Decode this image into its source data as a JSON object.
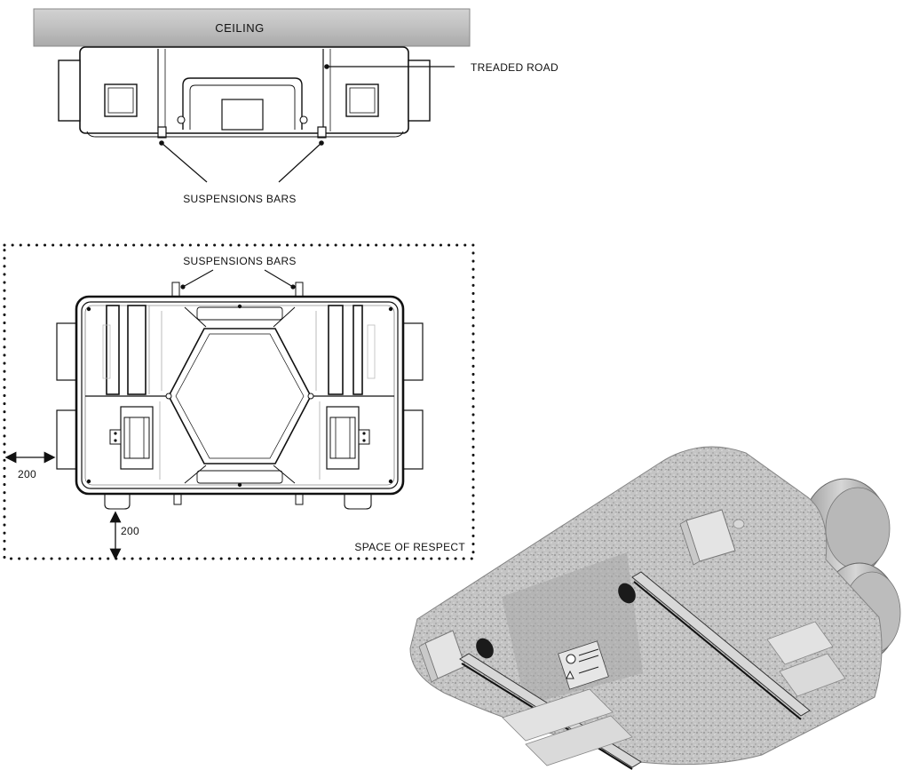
{
  "labels": {
    "ceiling": "CEILING",
    "treaded_road": "TREADED ROAD",
    "suspension_bars_top": "SUSPENSIONS BARS",
    "suspension_bars_plan": "SUSPENSIONS BARS",
    "space_of_respect": "SPACE OF RESPECT",
    "clearance_side": "200",
    "clearance_bottom": "200"
  }
}
